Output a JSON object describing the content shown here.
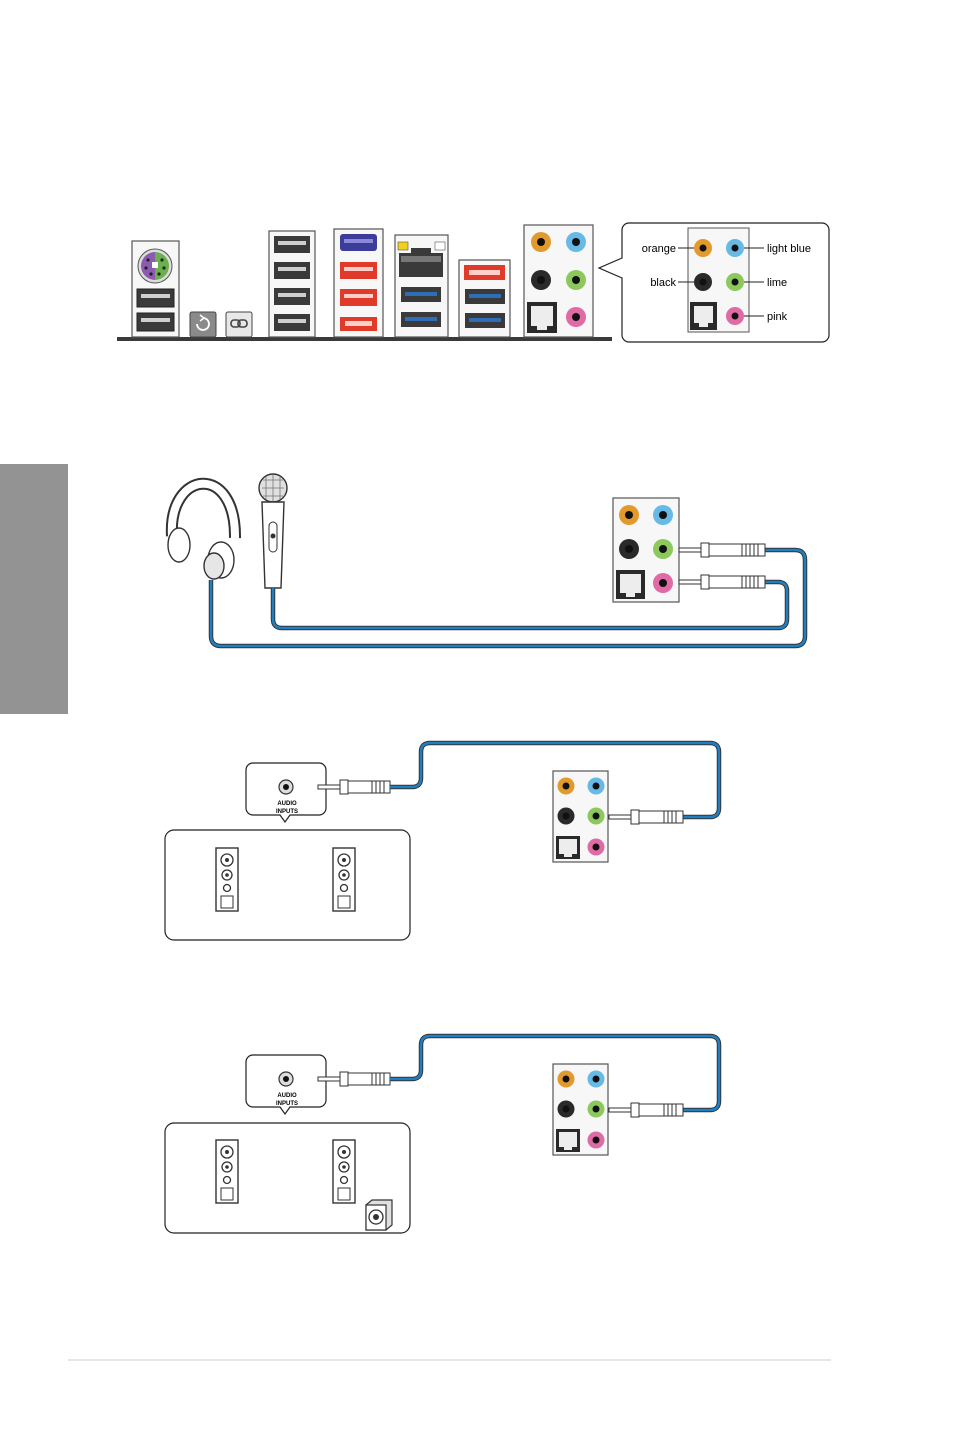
{
  "port_labels": {
    "orange": "orange",
    "light_blue": "light blue",
    "black": "black",
    "lime": "lime",
    "pink": "pink"
  },
  "speaker_box": {
    "label_line1": "AUDIO",
    "label_line2": "INPUTS"
  },
  "colors": {
    "orange": "#e39a2c",
    "light_blue": "#67b9e6",
    "black": "#2a2a2a",
    "lime": "#8cc85c",
    "pink": "#e06aa5",
    "cable": "#1f7fc2",
    "usb2": "#3a3a3a",
    "usb3_red": "#e03a2a",
    "usb3_blue": "#2f6db6",
    "ps2_purple": "#8c5ab0",
    "ps2_green": "#6ab04c",
    "side_tab": "#939393"
  },
  "icons": [
    "ps2-port-icon",
    "usb-port-icon",
    "clear-cmos-icon",
    "bios-flashback-icon",
    "lan-port-icon",
    "esata-icon",
    "optical-spdif-icon",
    "headphone-icon",
    "microphone-icon",
    "speaker-icon",
    "subwoofer-icon",
    "audio-plug-icon"
  ]
}
